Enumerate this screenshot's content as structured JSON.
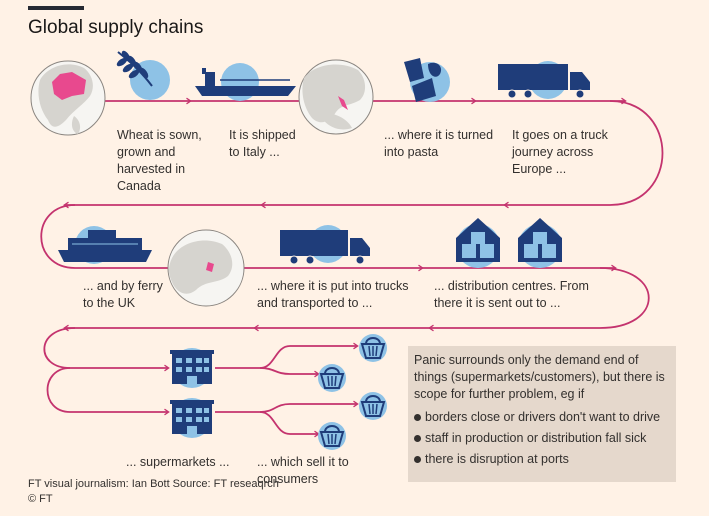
{
  "title": "Global supply chains",
  "steps": {
    "wheat": "Wheat is sown, grown and harvested in Canada",
    "ship": "It is shipped to Italy ...",
    "pasta": "... where it is turned into pasta",
    "truck": "It goes on a truck journey across Europe ...",
    "ferry": "... and by ferry to the UK",
    "trucks_uk": "... where it is put into trucks and transported to ...",
    "distribution": "... distribution centres. From there it is sent out to ...",
    "supermarkets": "... supermarkets ...",
    "consumers": "... which sell it to consumers"
  },
  "panel": {
    "lead": "Panic surrounds only the demand end of things (supermarkets/customers), but there is scope for further problem, eg if",
    "bullets": [
      "borders close or drivers don't want to drive",
      "staff in production or distribution fall sick",
      "there is disruption at ports"
    ]
  },
  "credit": "FT visual journalism: Ian Bott   Source: FT reseaqrch",
  "copyright": "© FT",
  "colors": {
    "route": "#c4336e",
    "icon_dark": "#1f3d7a",
    "icon_circle": "#8ec2e6",
    "globe_land": "#d6d4cf",
    "highlight": "#e8498e",
    "background": "#fff2e6",
    "panel": "#e5d8cc"
  }
}
